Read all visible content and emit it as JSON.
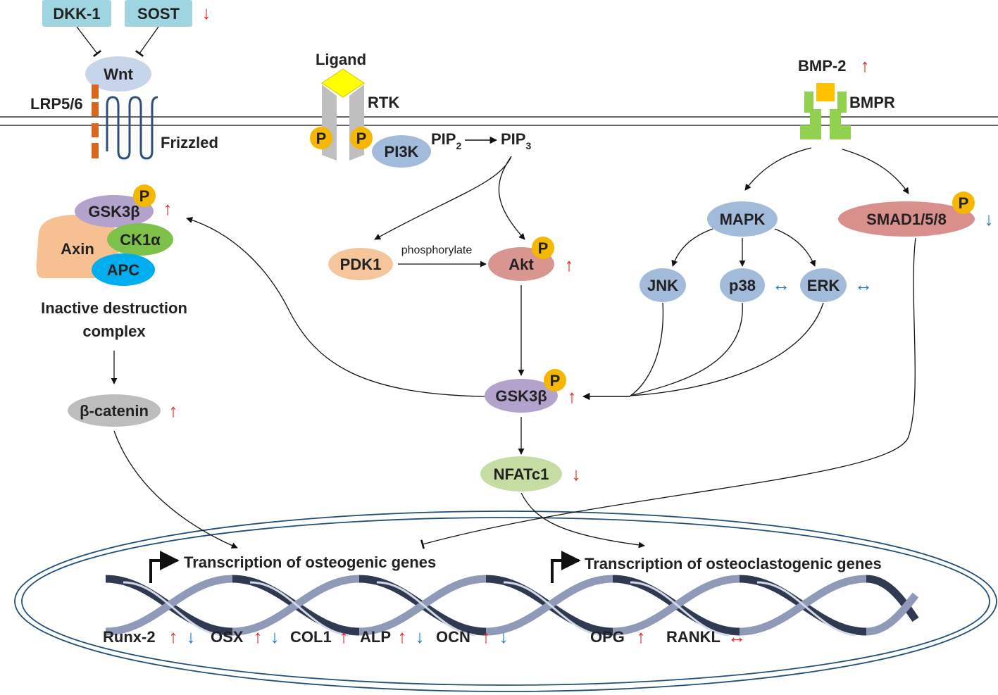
{
  "inhibitors": {
    "dkk1": "DKK-1",
    "sost": "SOST"
  },
  "wnt": {
    "wnt": "Wnt",
    "lrp": "LRP5/6",
    "frizzled": "Frizzled"
  },
  "rtk": {
    "ligand": "Ligand",
    "rtk": "RTK",
    "p": "P",
    "pi3k": "PI3K",
    "pip2": "PIP",
    "pip2_sub": "2",
    "pip3": "PIP",
    "pip3_sub": "3"
  },
  "bmp": {
    "bmp2": "BMP-2",
    "bmpr": "BMPR"
  },
  "complex": {
    "gsk": "GSK3β",
    "ck1": "CK1α",
    "axin": "Axin",
    "apc": "APC",
    "caption_line1": "Inactive destruction",
    "caption_line2": "complex"
  },
  "nodes": {
    "beta_catenin": "β-catenin",
    "pdk1": "PDK1",
    "phosphorylate": "phosphorylate",
    "akt": "Akt",
    "gsk_center": "GSK3β",
    "nfatc1": "NFATc1",
    "mapk": "MAPK",
    "jnk": "JNK",
    "p38": "p38",
    "erk": "ERK",
    "smad": "SMAD1/5/8"
  },
  "nucleus": {
    "osteogenic": "Transcription of osteogenic genes",
    "osteoclastogenic": "Transcription of osteoclastogenic genes"
  },
  "genes": {
    "runx2": "Runx-2",
    "osx": "OSX",
    "col1": "COL1",
    "alp": "ALP",
    "ocn": "OCN",
    "opg": "OPG",
    "rankl": "RANKL"
  },
  "symbols": {
    "up": "↑",
    "down": "↓",
    "both": "↔"
  },
  "colors": {
    "up": "#e8201f",
    "down": "#1f77c8",
    "blue_node": "#a3bbdb",
    "phospho": "#f5b700",
    "gsk_purple": "#b3a2cc",
    "ck1_green": "#7dc04a",
    "apc_blue": "#00adef",
    "axin_peach": "#f7c090",
    "pdk1_peach": "#f7c59c",
    "akt_red": "#d99590",
    "nfat_green": "#c5dca3",
    "catenin_gray": "#bdbdbd",
    "smad_red": "#d98f8b",
    "receptor_gray": "#bfbfbf",
    "bmpr_green": "#92d050",
    "inhibitor_box": "#9fd5e0",
    "lrp_orange": "#d9661f",
    "frizzled_blue": "#2e4f7b",
    "dna_dark": "#2f3a52",
    "dna_light": "#8f9ab8"
  }
}
